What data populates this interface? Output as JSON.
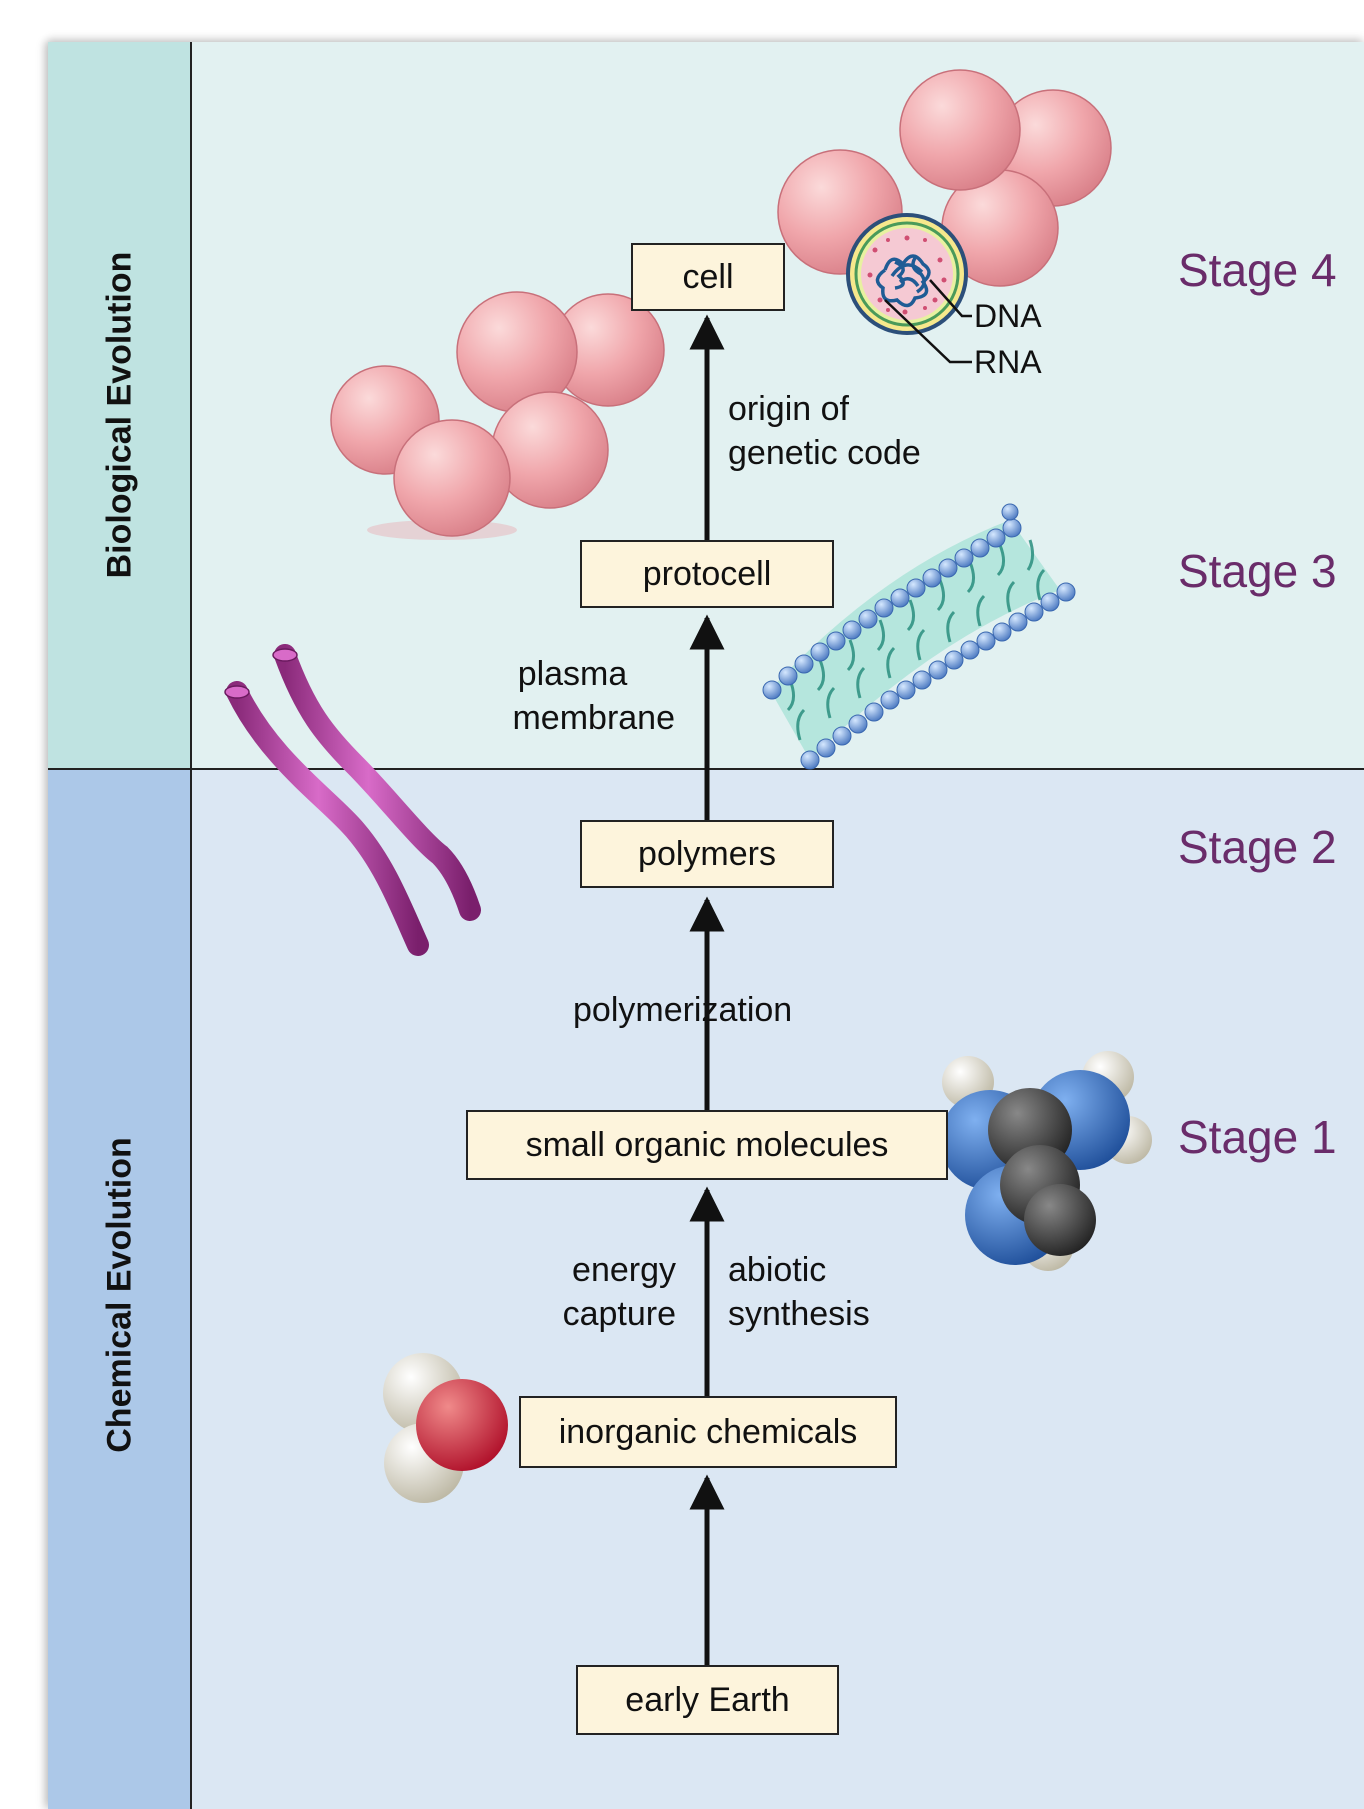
{
  "sections": {
    "biological": "Biological Evolution",
    "chemical": "Chemical Evolution"
  },
  "stages": {
    "stage4": "Stage 4",
    "stage3": "Stage 3",
    "stage2": "Stage 2",
    "stage1": "Stage 1"
  },
  "boxes": {
    "cell": "cell",
    "protocell": "protocell",
    "polymers": "polymers",
    "small_organic": "small organic molecules",
    "inorganic": "inorganic chemicals",
    "early_earth": "early Earth"
  },
  "processes": {
    "origin_line1": "origin of",
    "origin_line2": "genetic code",
    "plasma_line1": "plasma",
    "plasma_line2": "membrane",
    "polymerization": "polymerization",
    "energy_line1": "energy",
    "energy_line2": "capture",
    "abiotic_line1": "abiotic",
    "abiotic_line2": "synthesis"
  },
  "cell_labels": {
    "dna": "DNA",
    "rna": "RNA"
  },
  "colors": {
    "stage_text": "#6a2c6a",
    "box_fill": "#fdf4dc",
    "biological_band": "#e2f1f1",
    "chemical_band": "#dbe7f3"
  }
}
